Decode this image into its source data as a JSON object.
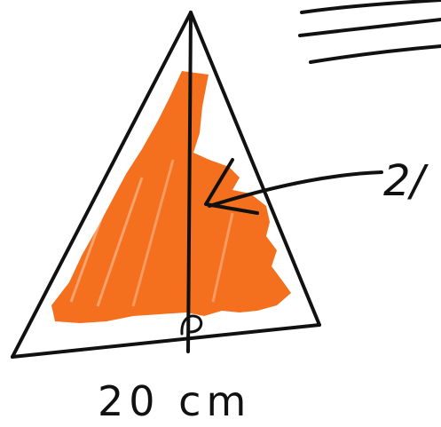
{
  "diagram": {
    "base_label": "20 cm",
    "fraction_label": "2/",
    "colors": {
      "ink": "#111111",
      "shade": "#F4701E",
      "background": "#FFFFFF"
    },
    "shape": "triangle",
    "shaded_part": "right-of-altitude-and-left-region"
  }
}
